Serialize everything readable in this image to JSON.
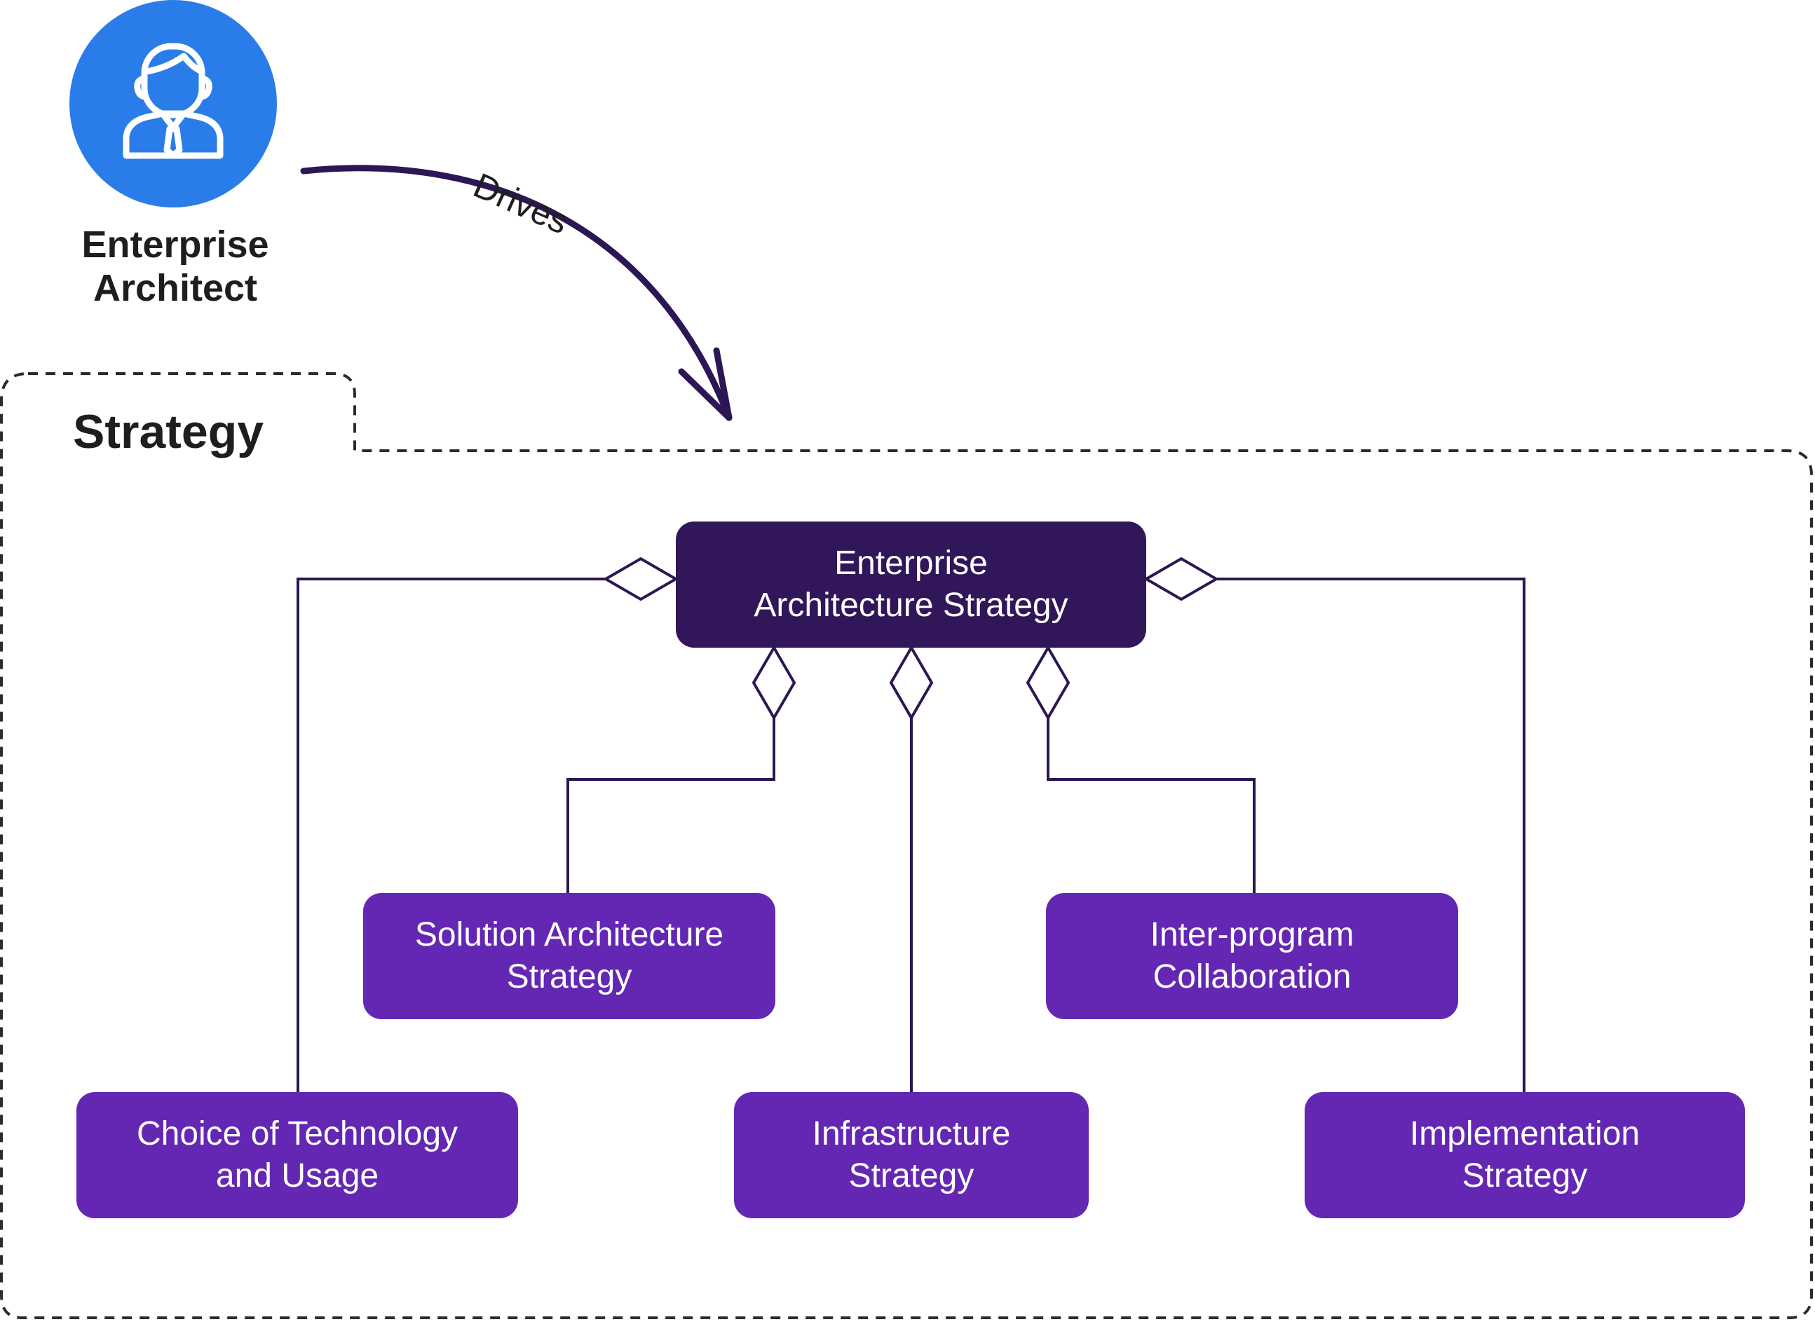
{
  "actor": {
    "name_line1": "Enterprise",
    "name_line2": "Architect",
    "icon": "person-icon",
    "circle_color": "#2a7de9"
  },
  "relation": {
    "label": "Drives",
    "line_color": "#2c1654"
  },
  "group": {
    "title": "Strategy"
  },
  "root": {
    "line1": "Enterprise",
    "line2": "Architecture Strategy",
    "color": "#311659"
  },
  "children": {
    "color": "#6427b3",
    "solution": {
      "line1": "Solution Architecture",
      "line2": "Strategy"
    },
    "inter_program": {
      "line1": "Inter-program",
      "line2": "Collaboration"
    },
    "choice": {
      "line1": "Choice of Technology",
      "line2": "and Usage"
    },
    "infrastructure": {
      "line1": "Infrastructure",
      "line2": "Strategy"
    },
    "implementation": {
      "line1": "Implementation",
      "line2": "Strategy"
    }
  },
  "connector": {
    "type": "aggregation",
    "marker": "hollow-diamond-icon"
  }
}
